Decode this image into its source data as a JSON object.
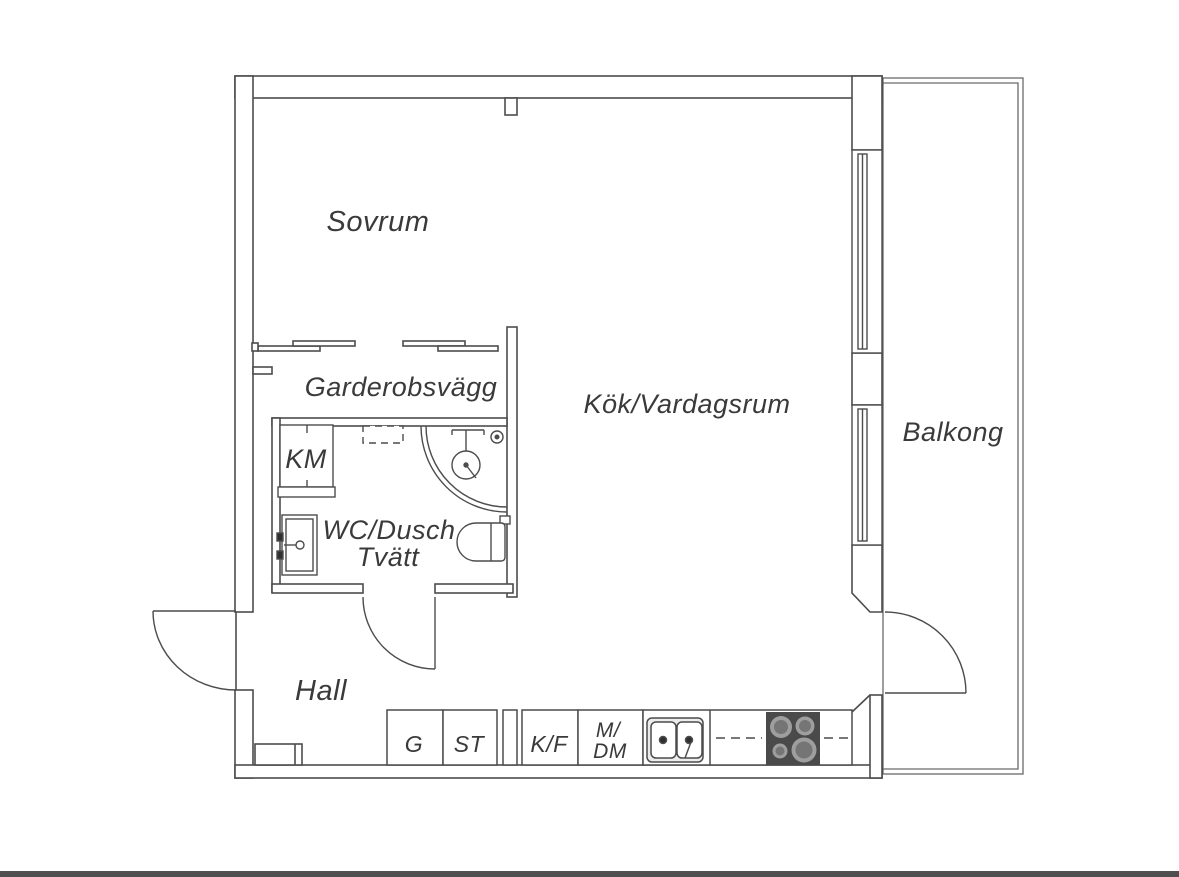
{
  "plan": {
    "title": "apartment-floor-plan",
    "rooms": {
      "bedroom": "Sovrum",
      "wardrobe_wall": "Garderobsvägg",
      "washing_machine": "KM",
      "bathroom_line1": "WC/Dusch",
      "bathroom_line2": "Tvätt",
      "hall": "Hall",
      "kitchen_living": "Kök/Vardagsrum",
      "balcony": "Balkong"
    },
    "kitchen_units": {
      "wardrobe": "G",
      "cleaning_cabinet": "ST",
      "fridge_freezer": "K/F",
      "micro_dishwasher_line1": "M/",
      "micro_dishwasher_line2": "DM"
    }
  },
  "colors": {
    "line": "#4c4c4c",
    "thin_line": "#6a6a6a",
    "text": "#3a3a3a",
    "stove_body": "#4a4a4a",
    "burner_outer": "#9e9e9e",
    "burner_inner": "#757575",
    "sink_tray": "#ececec",
    "fixture_dark": "#2f2f2f",
    "bottom_bar": "#4f4f4f",
    "background": "#ffffff"
  }
}
